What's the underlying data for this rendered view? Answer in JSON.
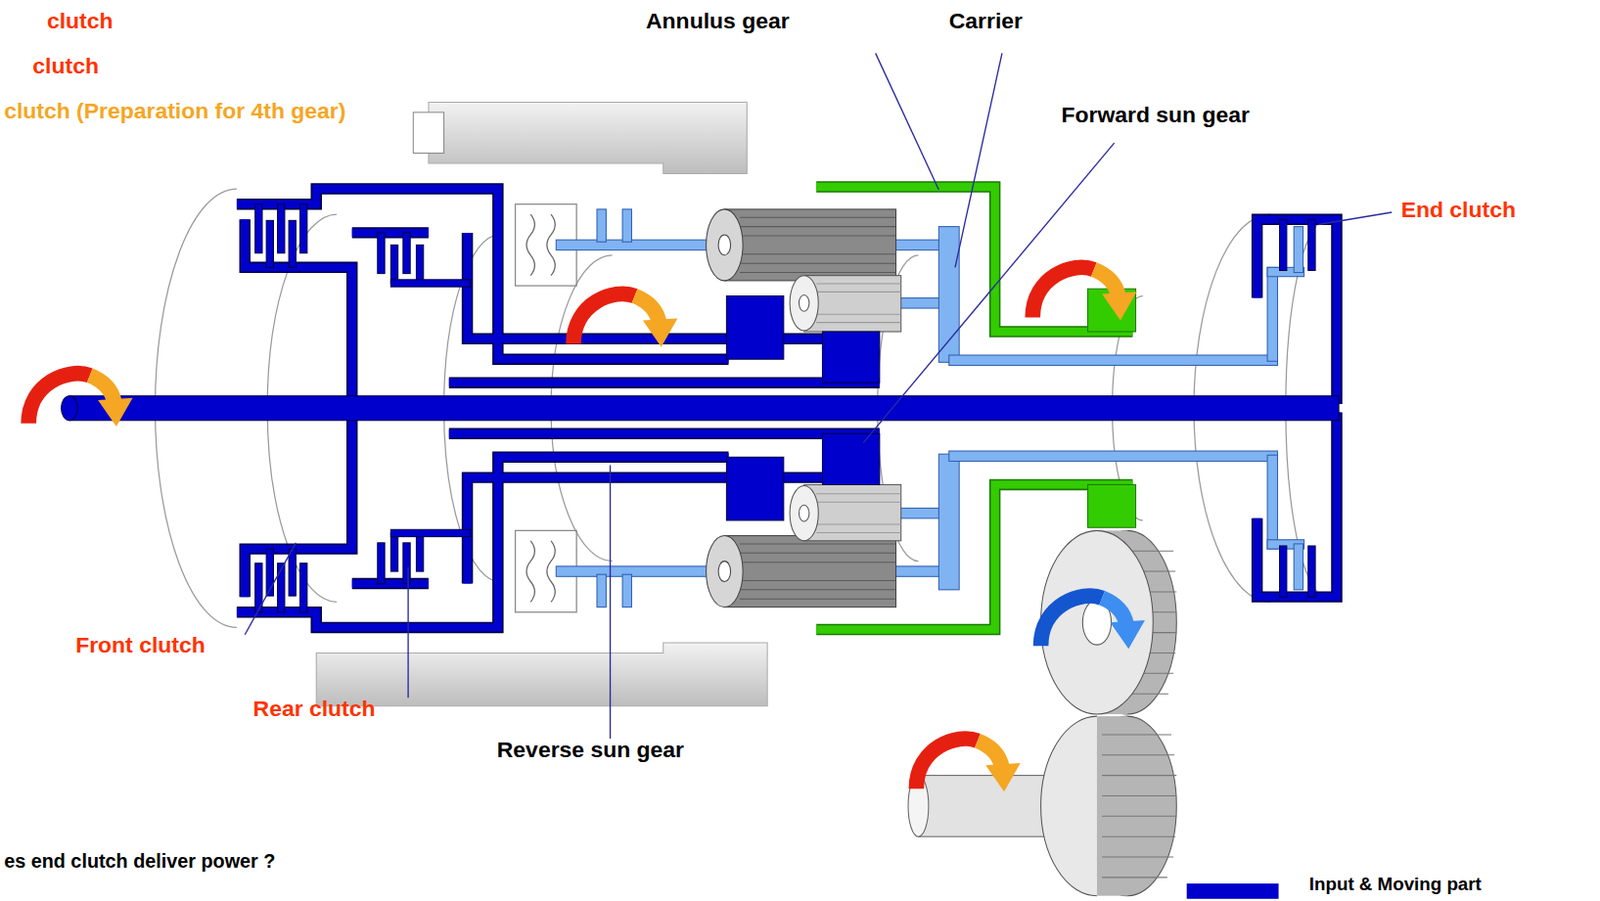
{
  "diagram": {
    "labels": [
      "clutch",
      "clutch",
      "clutch (Preparation for 4th gear)",
      "Annulus gear",
      "Carrier",
      "Forward sun gear",
      "End clutch",
      "Front clutch",
      "Rear clutch",
      "Reverse sun gear",
      "es end clutch deliver power ?"
    ],
    "legend": [
      {
        "text": "Input & Moving part",
        "color": "#0000cc"
      }
    ]
  }
}
